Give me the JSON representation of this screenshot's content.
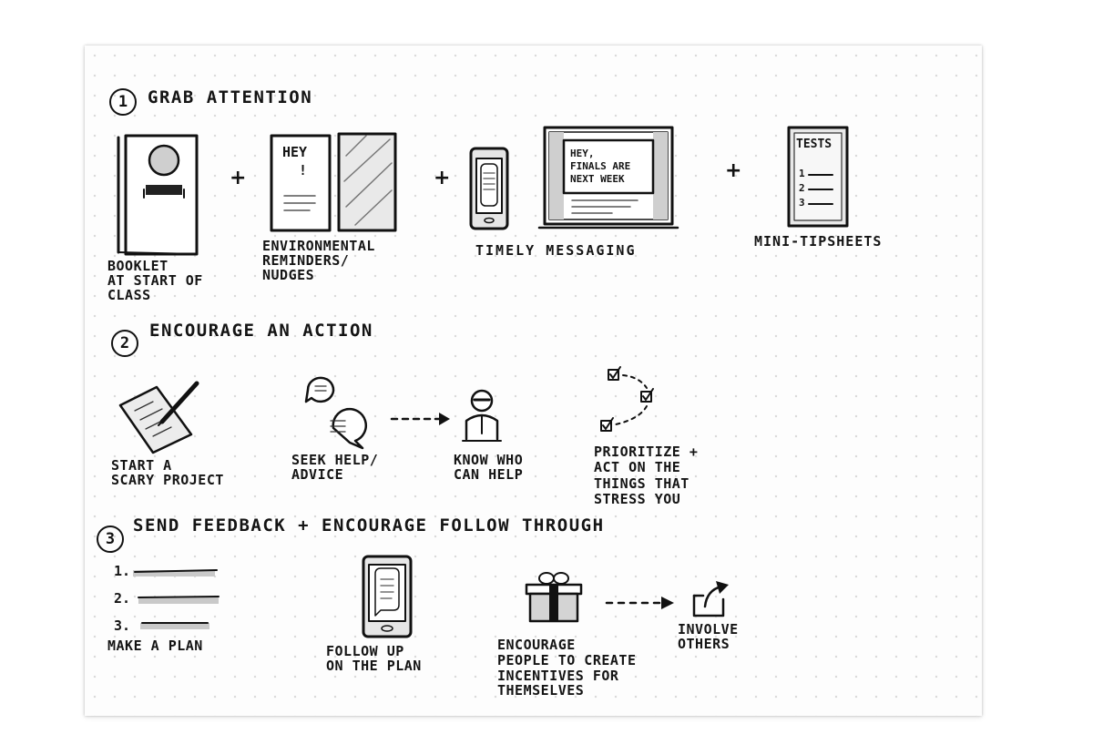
{
  "sections": [
    {
      "number": "1",
      "title": "GRAB ATTENTION",
      "items": [
        {
          "label": "BOOKLET\nAT START OF\nCLASS"
        },
        {
          "label": "ENVIRONMENTAL\nREMINDERS/\nNUDGES"
        },
        {
          "label": "TIMELY MESSAGING"
        },
        {
          "label": "MINI-TIPSHEETS"
        }
      ]
    },
    {
      "number": "2",
      "title": "ENCOURAGE AN ACTION",
      "items": [
        {
          "label": "START A\nSCARY PROJECT"
        },
        {
          "label": "SEEK HELP/\nADVICE"
        },
        {
          "label": "KNOW WHO\nCAN HELP"
        },
        {
          "label": "PRIORITIZE +\nACT ON THE\nTHINGS THAT\nSTRESS YOU"
        }
      ]
    },
    {
      "number": "3",
      "title": "SEND FEEDBACK + ENCOURAGE FOLLOW THROUGH",
      "items": [
        {
          "label": "MAKE A PLAN"
        },
        {
          "label": "FOLLOW UP\nON THE PLAN"
        },
        {
          "label": "ENCOURAGE\nPEOPLE TO CREATE\nINCENTIVES FOR\nTHEMSELVES"
        },
        {
          "label": "INVOLVE\nOTHERS"
        }
      ]
    }
  ],
  "sketch_text": {
    "hey": "HEY",
    "bang": "!",
    "finals_message": "HEY,\nFINALS ARE\nNEXT WEEK",
    "tests_title": "TESTS",
    "tests_items": [
      "1",
      "2",
      "3"
    ],
    "plan_items": [
      "1.",
      "2.",
      "3."
    ],
    "plus": "+"
  }
}
